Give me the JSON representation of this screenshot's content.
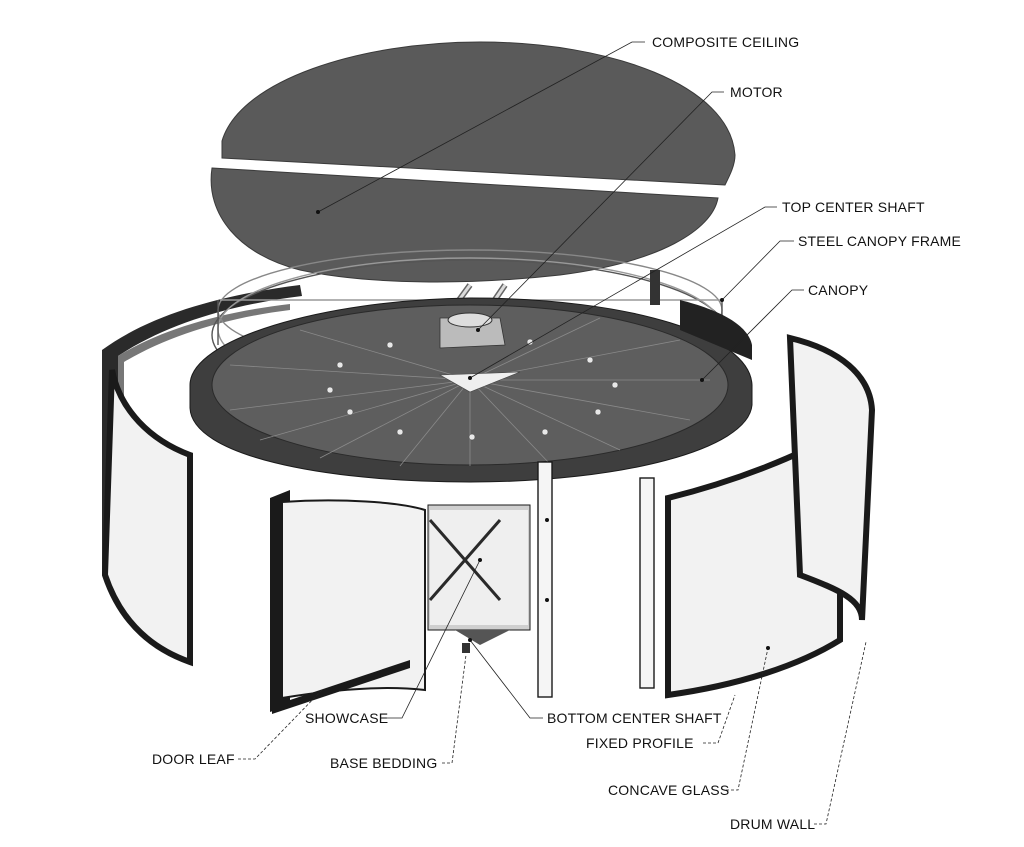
{
  "labels": {
    "composite_ceiling": "COMPOSITE CEILING",
    "motor": "MOTOR",
    "top_center_shaft": "TOP CENTER SHAFT",
    "steel_canopy_frame": "STEEL CANOPY FRAME",
    "canopy": "CANOPY",
    "showcase": "SHOWCASE",
    "bottom_center_shaft": "BOTTOM CENTER SHAFT",
    "fixed_profile": "FIXED PROFILE",
    "door_leaf": "DOOR LEAF",
    "base_bedding": "BASE BEDDING",
    "concave_glass": "CONCAVE GLASS",
    "drum_wall": "DRUM WALL"
  },
  "colors": {
    "panel_dark": "#5a5a5a",
    "panel_darker": "#3e3e3e",
    "frame_black": "#1a1a1a",
    "glass": "#f2f2f2",
    "glass_edge": "#cfcfcf",
    "steel": "#d9d9d9"
  }
}
